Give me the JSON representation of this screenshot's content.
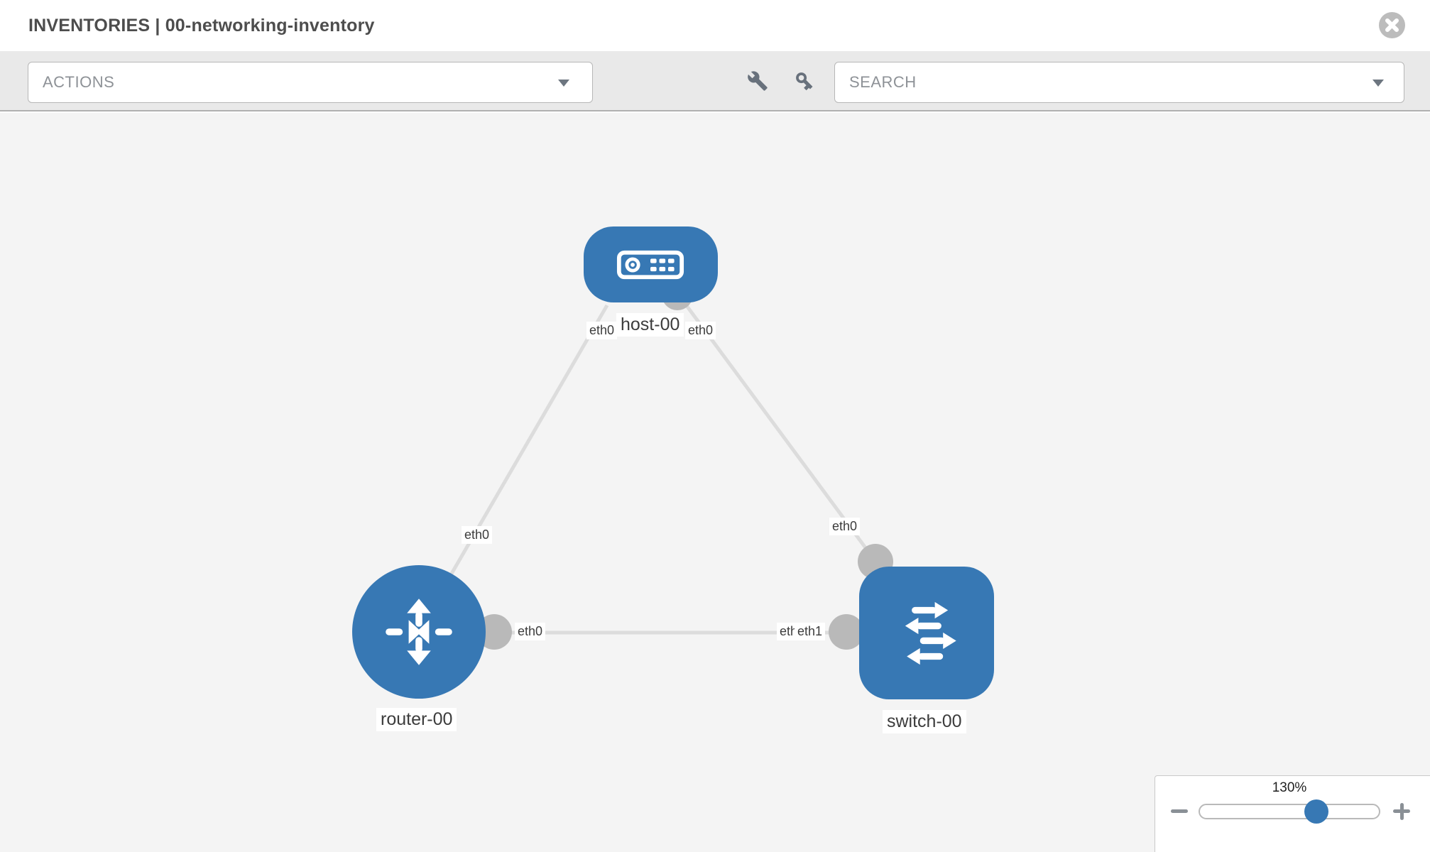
{
  "header": {
    "title": "INVENTORIES | 00-networking-inventory"
  },
  "toolbar": {
    "actions_label": "ACTIONS",
    "search_placeholder": "SEARCH",
    "icons": [
      "wrench-icon",
      "key-icon"
    ]
  },
  "diagram": {
    "nodes": [
      {
        "id": "host-00",
        "label": "host-00",
        "type": "host"
      },
      {
        "id": "router-00",
        "label": "router-00",
        "type": "router"
      },
      {
        "id": "switch-00",
        "label": "switch-00",
        "type": "switch"
      }
    ],
    "links": [
      {
        "from": "host-00",
        "from_if": "eth0",
        "to": "router-00",
        "to_if": "eth0"
      },
      {
        "from": "host-00",
        "from_if": "eth0",
        "to": "switch-00",
        "to_if": "eth0"
      },
      {
        "from": "router-00",
        "from_if": "eth0",
        "to": "switch-00",
        "to_if": "eth1",
        "to_if_overlapped": "eth0"
      }
    ],
    "interfaces": {
      "host_left": "eth0",
      "host_right": "eth0",
      "router_top": "eth0",
      "switch_top": "eth0",
      "mid_left": "eth0",
      "mid_back": "eth0",
      "mid_front": "eth1"
    },
    "colors": {
      "node_blue": "#3778b4",
      "link_gray": "#dcdcdc",
      "dot_gray": "#b9b9b9",
      "canvas_bg": "#f4f4f4"
    }
  },
  "zoom_control": {
    "level": "130%"
  }
}
